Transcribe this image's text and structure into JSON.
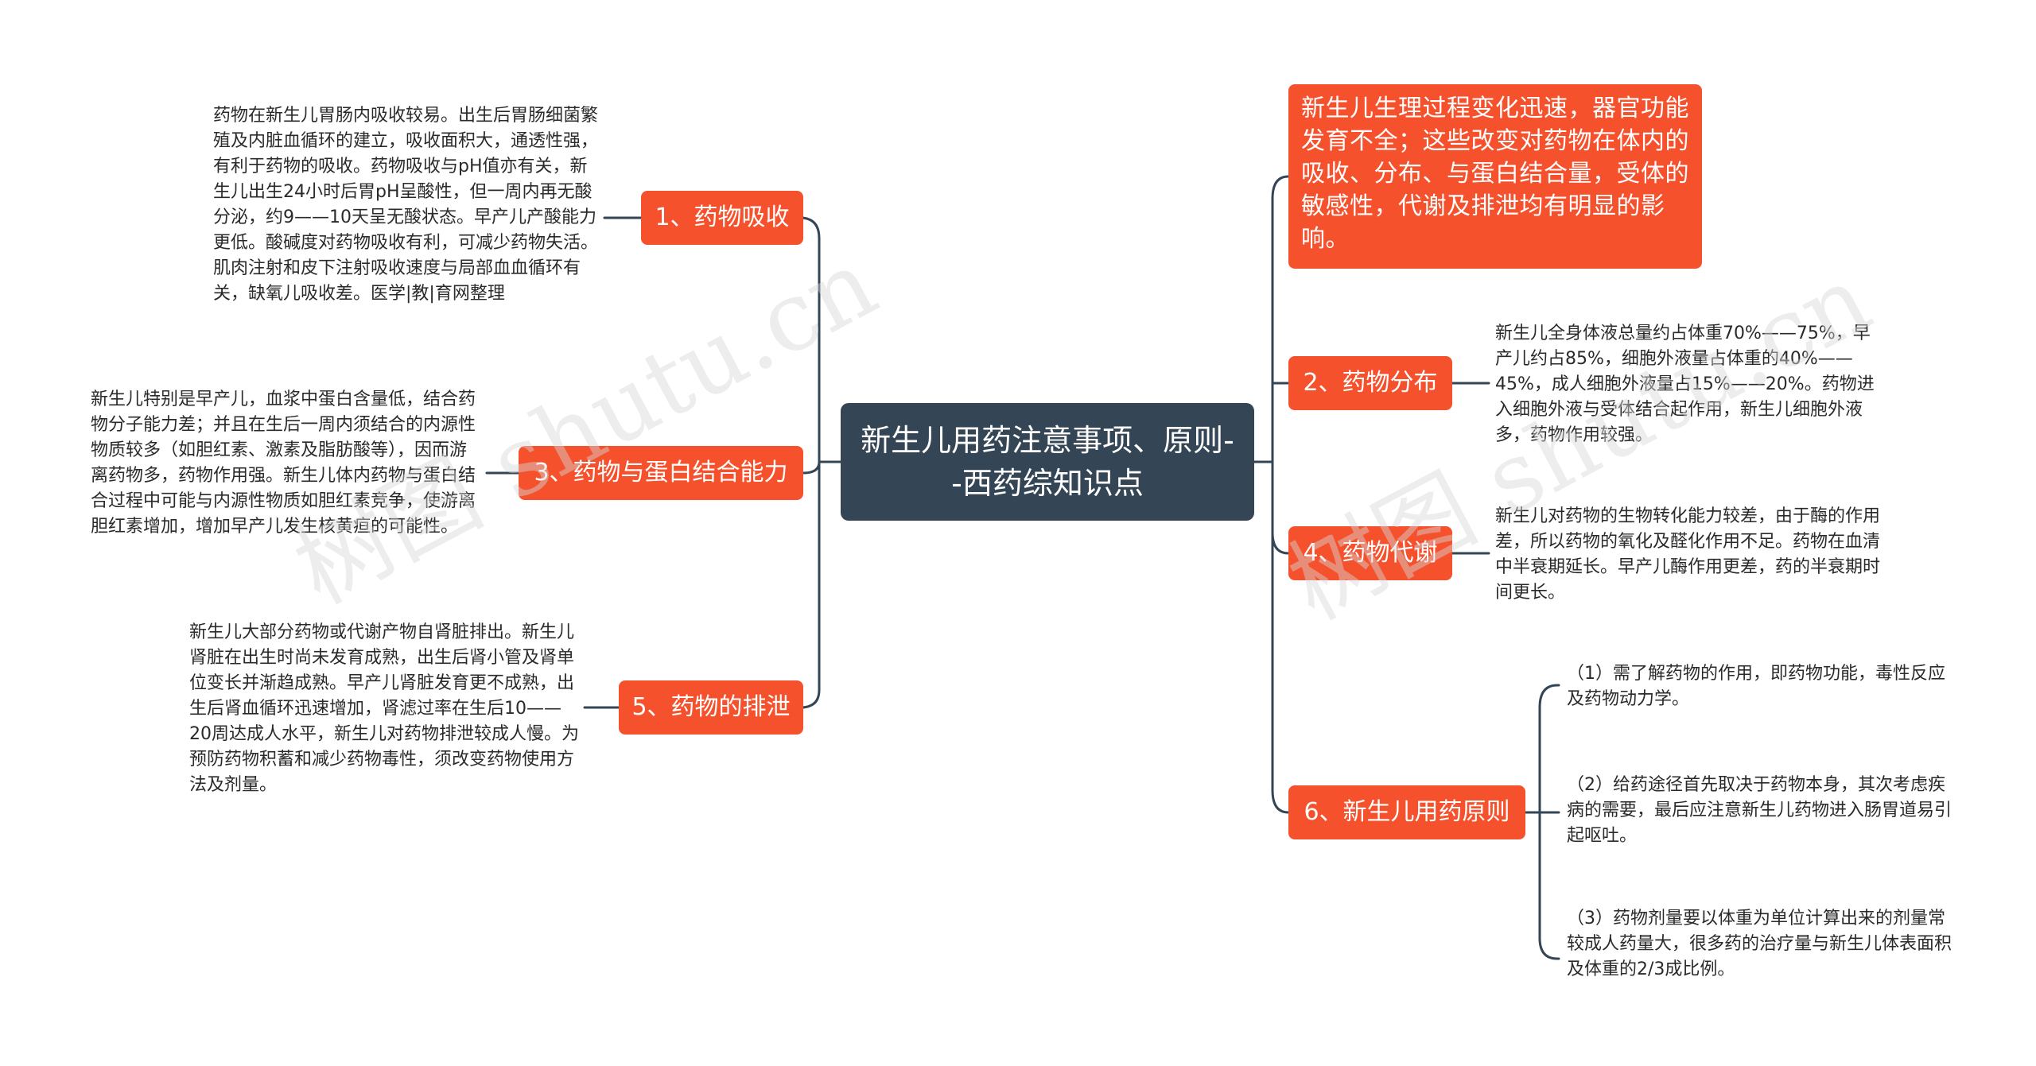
{
  "central": "新生儿用药注意事项、原则--西药综知识点",
  "top_right_note": "新生儿生理过程变化迅速，器官功能发育不全；这些改变对药物在体内的吸收、分布、与蛋白结合量，受体的敏感性，代谢及排泄均有明显的影响。",
  "branches": {
    "absorption": {
      "label": "1、药物吸收",
      "text": "药物在新生儿胃肠内吸收较易。出生后胃肠细菌繁殖及内脏血循环的建立，吸收面积大，通透性强，有利于药物的吸收。药物吸收与pH值亦有关，新生儿出生24小时后胃pH呈酸性，但一周内再无酸分泌，约9——10天呈无酸状态。早产儿产酸能力更低。酸碱度对药物吸收有利，可减少药物失活。肌肉注射和皮下注射吸收速度与局部血血循环有关，缺氧儿吸收差。医学|教|育网整理"
    },
    "protein": {
      "label": "3、药物与蛋白结合能力",
      "text": "新生儿特别是早产儿，血浆中蛋白含量低，结合药物分子能力差；并且在生后一周内须结合的内源性物质较多（如胆红素、激素及脂肪酸等），因而游离药物多，药物作用强。新生儿体内药物与蛋白结合过程中可能与内源性物质如胆红素竞争，使游离胆红素增加，增加早产儿发生核黄疸的可能性。"
    },
    "excretion": {
      "label": "5、药物的排泄",
      "text": "新生儿大部分药物或代谢产物自肾脏排出。新生儿肾脏在出生时尚未发育成熟，出生后肾小管及肾单位变长并渐趋成熟。早产儿肾脏发育更不成熟，出生后肾血循环迅速增加，肾滤过率在生后10——20周达成人水平，新生儿对药物排泄较成人慢。为预防药物积蓄和减少药物毒性，须改变药物使用方法及剂量。"
    },
    "distribution": {
      "label": "2、药物分布",
      "text": "新生儿全身体液总量约占体重70%——75%，早产儿约占85%，细胞外液量占体重的40%——45%，成人细胞外液量占15%——20%。药物进入细胞外液与受体结合起作用，新生儿细胞外液多，药物作用较强。"
    },
    "metabolism": {
      "label": "4、药物代谢",
      "text": "新生儿对药物的生物转化能力较差，由于酶的作用差，所以药物的氧化及醛化作用不足。药物在血清中半衰期延长。早产儿酶作用更差，药的半衰期时间更长。"
    },
    "principles": {
      "label": "6、新生儿用药原则",
      "items": [
        "（1）需了解药物的作用，即药物功能，毒性反应及药物动力学。",
        "（2）给药途径首先取决于药物本身，其次考虑疾病的需要，最后应注意新生儿药物进入肠胃道易引起呕吐。",
        "（3）药物剂量要以体重为单位计算出来的剂量常较成人药量大，很多药的治疗量与新生儿体表面积及体重的2/3成比例。"
      ]
    }
  },
  "colors": {
    "central_bg": "#344555",
    "branch_bg": "#f5512d",
    "connector": "#344555"
  },
  "watermarks": [
    "树图 shutu.cn",
    "树图 shutu.cn"
  ]
}
